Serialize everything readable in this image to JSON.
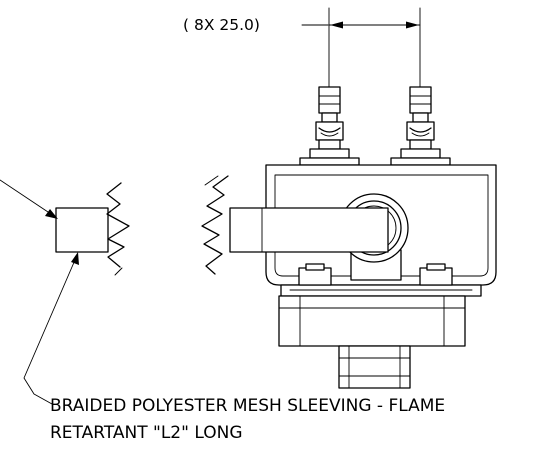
{
  "dimension": {
    "label": "( 8X 25.0)"
  },
  "note": {
    "line1": "BRAIDED POLYESTER MESH SLEEVING - FLAME",
    "line2": "RETARTANT \"L2\" LONG"
  },
  "colors": {
    "ink": "#000000",
    "paper": "#ffffff"
  }
}
